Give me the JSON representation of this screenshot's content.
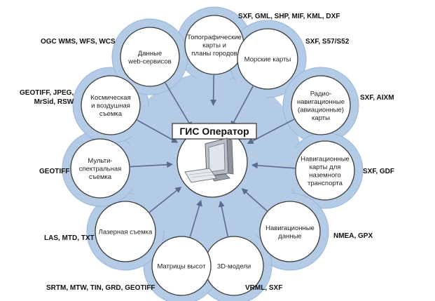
{
  "center": {
    "title": "ГИС Оператор",
    "icon": "computer-icon"
  },
  "colors": {
    "petal": "#b4cbe6",
    "petal_stroke": "#98b4d8",
    "circle_stroke": "#3a3a3a",
    "arrow": "#5a6a90",
    "center_bg": "#ffffff"
  },
  "nodes": [
    {
      "id": "topo",
      "label": [
        "Топографические",
        "карты и",
        "планы городов"
      ],
      "formats": "SXF, GML, SHP, MIF, KML, DXF"
    },
    {
      "id": "marine",
      "label": [
        "Морские карты"
      ],
      "formats": "SXF, S57/S52"
    },
    {
      "id": "radio",
      "label": [
        "Радио-",
        "навигационные",
        "(авиационные)",
        "карты"
      ],
      "formats": "SXF, AIXM"
    },
    {
      "id": "ground",
      "label": [
        "Навигационные",
        "карты для",
        "наземного",
        "транспорта"
      ],
      "formats": "SXF, GDF"
    },
    {
      "id": "navdata",
      "label": [
        "Навигационные",
        "данные"
      ],
      "formats": "NMEA, GPX"
    },
    {
      "id": "models3d",
      "label": [
        "3D-модели"
      ],
      "formats": "VRML, SXF"
    },
    {
      "id": "heights",
      "label": [
        "Матрицы высот"
      ],
      "formats": "SRTM, MTW, TIN, GRD, GEOTIFF"
    },
    {
      "id": "laser",
      "label": [
        "Лазерная съемка"
      ],
      "formats": "LAS, MTD, TXT"
    },
    {
      "id": "multispec",
      "label": [
        "Мульти-",
        "спектральная",
        "съемка"
      ],
      "formats": "GEOTIFF"
    },
    {
      "id": "space",
      "label": [
        "Космическая",
        "и воздушная",
        "съемка"
      ],
      "formats": [
        "GEOTIFF, JPEG,",
        "MrSid, RSW"
      ]
    },
    {
      "id": "web",
      "label": [
        "Данные",
        "web-сервисов"
      ],
      "formats": "OGC WMS, WFS, WCS"
    }
  ]
}
